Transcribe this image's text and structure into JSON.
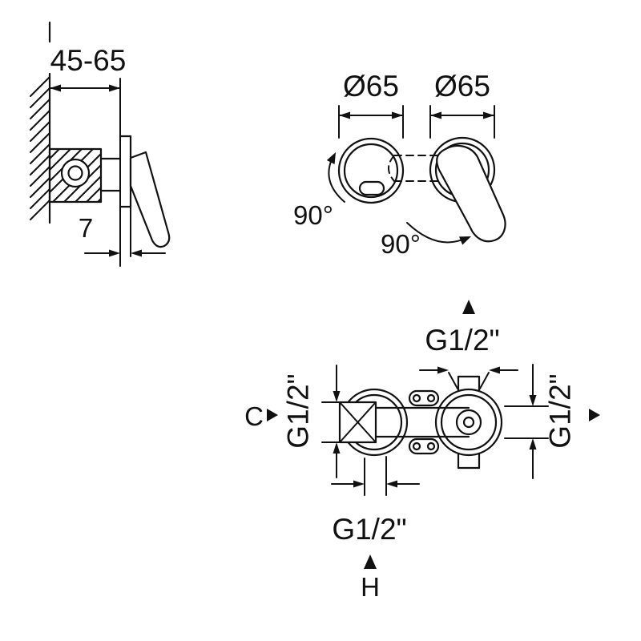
{
  "colors": {
    "line": "#111111",
    "background": "#ffffff"
  },
  "side_view": {
    "depth_dimension": "45-65",
    "plate_thickness": "7"
  },
  "front_view": {
    "left_diameter": "Ø65",
    "right_diameter": "Ø65",
    "left_swing_angle": "90°",
    "right_swing_angle": "90°"
  },
  "top_view": {
    "top_connection_thread": "G1/2\"",
    "left_connection_thread": "G1/2\"",
    "right_connection_thread": "G1/2\"",
    "bottom_connection_thread": "G1/2\"",
    "cold_water_label": "C",
    "hot_water_label": "H"
  }
}
